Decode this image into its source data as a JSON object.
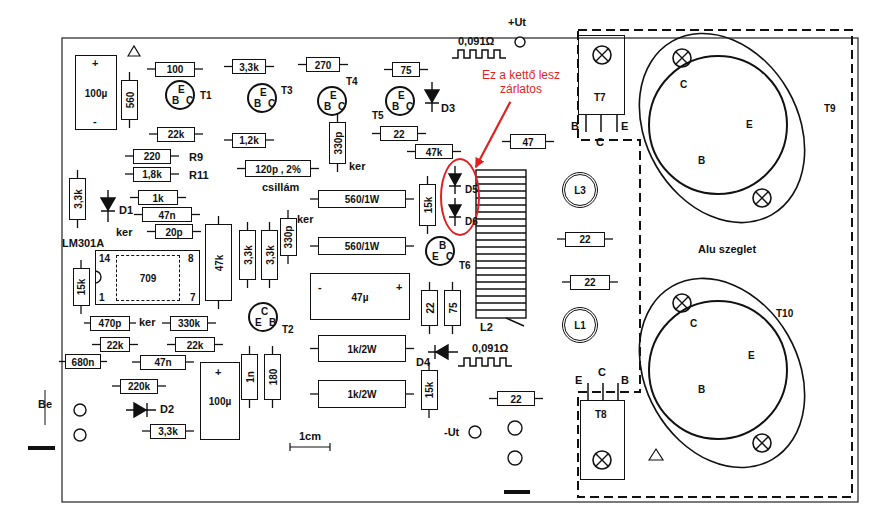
{
  "diagram": {
    "nodes": [
      {
        "text": [
          "100µ"
        ]
      },
      {
        "text": [
          "560"
        ]
      },
      {
        "text": [
          "100"
        ]
      },
      {
        "text": [
          "3,3k"
        ]
      },
      {
        "text": [
          "270"
        ]
      },
      {
        "text": [
          "75"
        ]
      },
      {
        "text": [
          "E",
          "B",
          "C",
          "T1"
        ]
      },
      {
        "text": [
          "E",
          "B",
          "C",
          "T3"
        ]
      },
      {
        "text": [
          "E",
          "B",
          "C",
          "T4"
        ]
      },
      {
        "text": [
          "E",
          "B",
          "C",
          "T5"
        ]
      },
      {
        "text": [
          "22k"
        ]
      },
      {
        "text": [
          "1,2k"
        ]
      },
      {
        "text": [
          "330p"
        ]
      },
      {
        "text": [
          "22"
        ]
      },
      {
        "text": [
          "47k"
        ]
      },
      {
        "text": [
          "47"
        ]
      },
      {
        "text": [
          "T7"
        ]
      },
      {
        "text": [
          "C",
          "E",
          "B",
          "T9"
        ]
      },
      {
        "text": [
          "220"
        ]
      },
      {
        "text": [
          "1,8k"
        ]
      },
      {
        "text": [
          "120p , 2%"
        ]
      },
      {
        "text": [
          "3,3k"
        ]
      },
      {
        "text": [
          "1k"
        ]
      },
      {
        "text": [
          "47n"
        ]
      },
      {
        "text": [
          "20p"
        ]
      },
      {
        "text": [
          "560/1W"
        ]
      },
      {
        "text": [
          "15k"
        ]
      },
      {
        "text": [
          "D5",
          "D6"
        ]
      },
      {
        "text": [
          "Ez a kettő lesz zárlatos"
        ]
      },
      {
        "text": [
          "L3"
        ]
      },
      {
        "text": [
          "22"
        ]
      },
      {
        "text": [
          "47k"
        ]
      },
      {
        "text": [
          "3,3k"
        ]
      },
      {
        "text": [
          "3,3k"
        ]
      },
      {
        "text": [
          "330p"
        ]
      },
      {
        "text": [
          "560/1W"
        ]
      },
      {
        "text": [
          "E",
          "B",
          "C",
          "T6"
        ]
      },
      {
        "text": [
          "14",
          "8",
          "1",
          "7"
        ]
      },
      {
        "text": [
          "709"
        ],
        "in": 37
      },
      {
        "text": [
          "15k"
        ]
      },
      {
        "text": [
          "22"
        ]
      },
      {
        "text": [
          "75"
        ]
      },
      {
        "text": [
          "47µ"
        ]
      },
      {
        "text": [
          "C",
          "E",
          "B",
          "T2"
        ]
      },
      {
        "text": [
          "470p"
        ]
      },
      {
        "text": [
          "330k"
        ]
      },
      {
        "text": [
          "1k/2W"
        ]
      },
      {
        "text": [
          "22k"
        ]
      },
      {
        "text": [
          "22k"
        ]
      },
      {
        "text": [
          "680n"
        ]
      },
      {
        "text": [
          "47n"
        ]
      },
      {
        "text": [
          "22"
        ]
      },
      {
        "text": [
          "L1"
        ]
      },
      {
        "text": [
          "100µ"
        ]
      },
      {
        "text": [
          "1n"
        ]
      },
      {
        "text": [
          "180"
        ]
      },
      {
        "text": [
          "220k"
        ]
      },
      {
        "text": [
          "1k/2W"
        ]
      },
      {
        "text": [
          "15k"
        ]
      },
      {
        "text": [
          "22"
        ]
      },
      {
        "text": [
          "3,3k"
        ]
      },
      {
        "text": [
          "T8"
        ]
      },
      {
        "text": [
          "C",
          "E",
          "B",
          "T10"
        ]
      }
    ],
    "edges": [
      {
        "from": 28,
        "to": 27,
        "arrow": "to"
      }
    ],
    "labels": [
      "+",
      "-",
      "0,091Ω",
      "+Ut",
      "R9",
      "R11",
      "B",
      "C",
      "E",
      "csillám",
      "ker",
      "ker",
      "D1",
      "LM301A",
      "ker",
      "Alu szeglet",
      "-",
      "+",
      "L2",
      "ker",
      "0,091Ω",
      "D4",
      "+",
      "D3",
      "E",
      "C",
      "B",
      "Be",
      "D2",
      "1cm",
      "-Ut"
    ]
  }
}
